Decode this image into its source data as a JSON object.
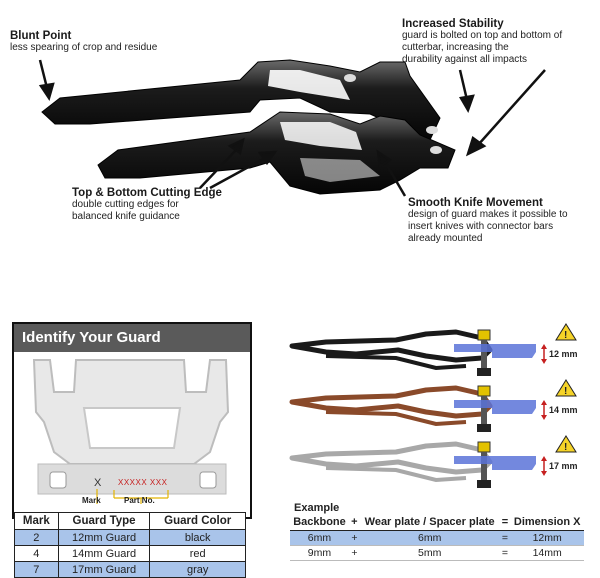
{
  "callouts": {
    "blunt_point": {
      "title": "Blunt Point",
      "body": "less spearing of crop and residue"
    },
    "increased_stability": {
      "title": "Increased Stability",
      "body_lines": [
        "guard is bolted on top and bottom of",
        "cutterbar, increasing the",
        "durability against all impacts"
      ]
    },
    "cutting_edge": {
      "title": "Top & Bottom Cutting Edge",
      "body_lines": [
        "double cutting edges for",
        "balanced knife guidance"
      ]
    },
    "smooth_knife": {
      "title": "Smooth Knife Movement",
      "body_lines": [
        "design of guard makes it possible to",
        "insert  knives with connector bars",
        "already mounted"
      ]
    }
  },
  "identify": {
    "header": "Identify Your Guard",
    "diagram_x": "X",
    "diagram_code": "XXXXX XXX",
    "mark_label": "Mark",
    "partno_label": "Part No."
  },
  "guard_table": {
    "headers": [
      "Mark",
      "Guard Type",
      "Guard Color"
    ],
    "rows": [
      [
        "2",
        "12mm Guard",
        "black"
      ],
      [
        "4",
        "14mm Guard",
        "red"
      ],
      [
        "7",
        "17mm Guard",
        "gray"
      ]
    ]
  },
  "profiles": [
    {
      "color": "#1a1a1a",
      "dimension": "12 mm"
    },
    {
      "color": "#8a4a2a",
      "dimension": "14 mm"
    },
    {
      "color": "#a8a8a8",
      "dimension": "17 mm"
    }
  ],
  "example": {
    "title": "Example",
    "headers": [
      "Backbone",
      "+",
      "Wear plate / Spacer plate",
      "=",
      "Dimension X"
    ],
    "rows": [
      [
        "6mm",
        "+",
        "6mm",
        "=",
        "12mm"
      ],
      [
        "9mm",
        "+",
        "5mm",
        "=",
        "14mm"
      ]
    ]
  },
  "colors": {
    "highlight": "#a9c4ea",
    "accent_blue": "#5a73d8",
    "warning_yellow": "#f5d327",
    "header_gray": "#5a5a5a"
  }
}
